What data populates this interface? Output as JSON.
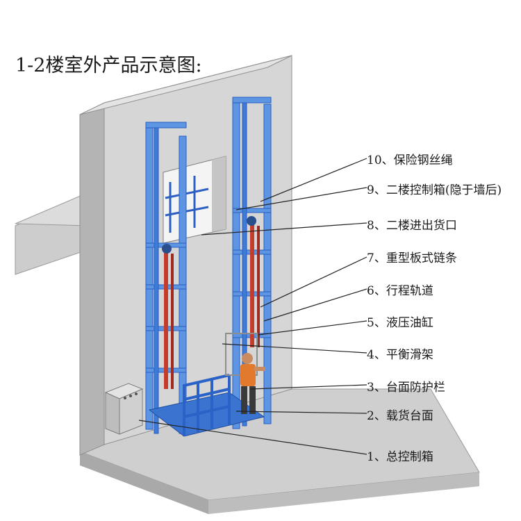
{
  "title": "1-2楼室外产品示意图:",
  "labels": [
    {
      "id": "wire-rope",
      "text": "10、保险钢丝绳"
    },
    {
      "id": "second-floor-control-box",
      "text": "9、二楼控制箱(隐于墙后)"
    },
    {
      "id": "second-floor-door",
      "text": "8、二楼进出货口"
    },
    {
      "id": "heavy-chain",
      "text": "7、重型板式链条"
    },
    {
      "id": "travel-rail",
      "text": "6、行程轨道"
    },
    {
      "id": "hydraulic-cylinder",
      "text": "5、液压油缸"
    },
    {
      "id": "balance-carriage",
      "text": "4、平衡滑架"
    },
    {
      "id": "guard-rail",
      "text": "3、台面防护栏"
    },
    {
      "id": "load-platform",
      "text": "2、载货台面"
    },
    {
      "id": "main-control-box",
      "text": "1、总控制箱"
    }
  ],
  "colors": {
    "wall": "#d4d4d4",
    "wall_shadow": "#b5b5b5",
    "floor": "#c9c9c9",
    "frame_blue": "#2f6fd1",
    "frame_light": "#6aa3e8",
    "cylinder_red": "#c23a2a",
    "worker_orange": "#e07a2c"
  }
}
